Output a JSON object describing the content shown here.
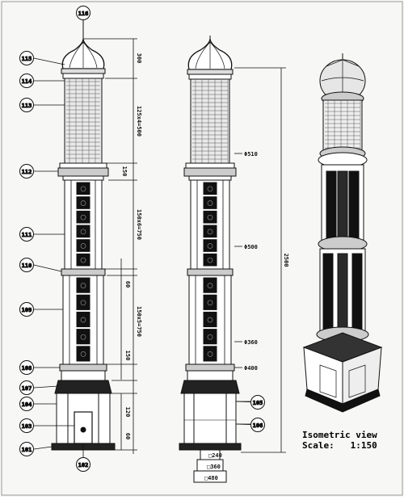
{
  "callouts": [
    "116",
    "115",
    "114",
    "113",
    "112",
    "111",
    "110",
    "109",
    "108",
    "107",
    "104",
    "103",
    "101",
    "102",
    "105",
    "106"
  ],
  "dims_left": [
    "300",
    "125x4=500",
    "150",
    "150x6=750",
    "60",
    "150x5=750",
    "150",
    "120",
    "60"
  ],
  "dims_middle": [
    "Φ510",
    "Φ500",
    "Φ360",
    "Φ400",
    "2500",
    "□240",
    "□360",
    "□480"
  ],
  "iso": {
    "title": "Isometric view",
    "scale_label": "Scale:",
    "scale_value": "1:150"
  }
}
